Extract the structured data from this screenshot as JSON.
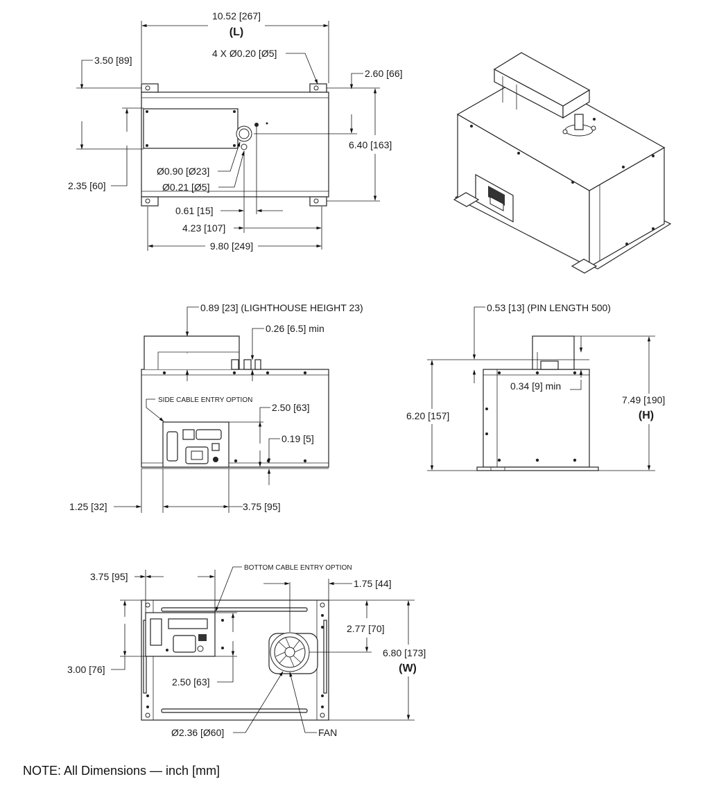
{
  "top_view": {
    "length_dim": "10.52 [267]",
    "length_tag": "(L)",
    "holes_dim": "4 X Ø0.20 [Ø5]",
    "left_offset_dim": "3.50 [89]",
    "right_offset_dim": "2.60 [66]",
    "depth_dim": "6.40 [163]",
    "inset_dim": "2.35 [60]",
    "port_dia_dim": "Ø0.90 [Ø23]",
    "pin_dia_dim": "Ø0.21 [Ø5]",
    "small_offset_dim": "0.61 [15]",
    "port_x_dim": "4.23 [107]",
    "hole_span_dim": "9.80 [249]"
  },
  "front_view": {
    "lighthouse_dim": "0.89 [23] (LIGHTHOUSE HEIGHT 23)",
    "min_dim": "0.26 [6.5] min",
    "cable_option": "SIDE CABLE ENTRY OPTION",
    "panel_height_dim": "2.50 [63]",
    "panel_offset_dim": "0.19 [5]",
    "left_edge_dim": "1.25 [32]",
    "panel_width_dim": "3.75 [95]"
  },
  "side_view": {
    "pin_dim": "0.53 [13] (PIN LENGTH 500)",
    "min_dim": "0.34 [9] min",
    "body_height_dim": "6.20 [157]",
    "height_dim": "7.49 [190]",
    "height_tag": "(H)"
  },
  "bottom_view": {
    "cable_option": "BOTTOM CABLE ENTRY OPTION",
    "panel_width_dim": "3.75 [95]",
    "fan_offset_dim": "1.75 [44]",
    "fan_y_dim": "2.77 [70]",
    "width_dim": "6.80 [173]",
    "width_tag": "(W)",
    "panel_height_dim": "3.00 [76]",
    "panel_inner_dim": "2.50 [63]",
    "fan_dia_dim": "Ø2.36 [Ø60]",
    "fan_label": "FAN"
  },
  "note": "NOTE: All Dimensions — inch [mm]"
}
